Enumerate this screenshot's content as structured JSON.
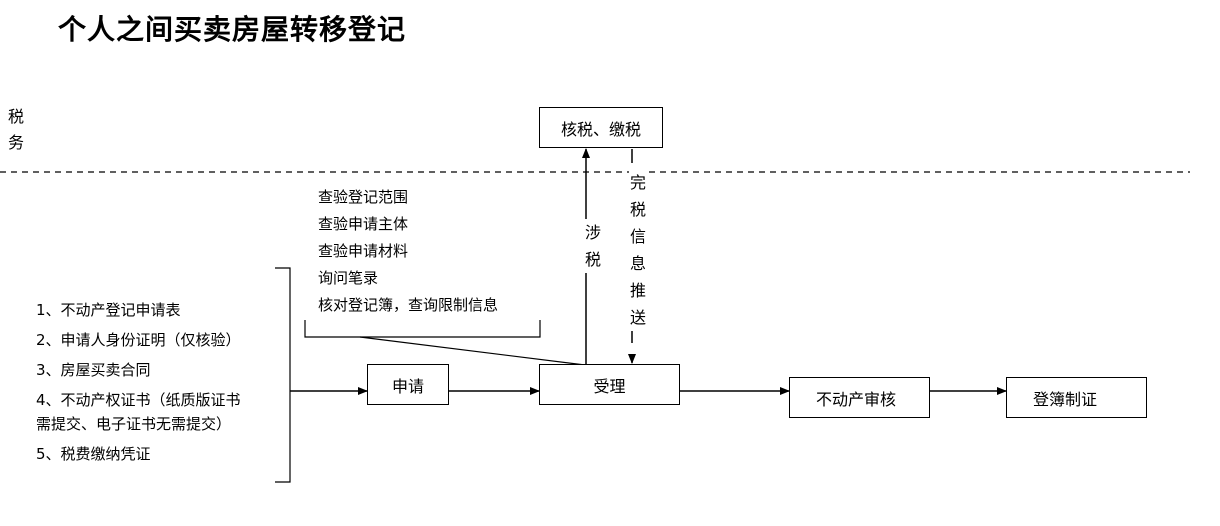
{
  "title": "个人之间买卖房屋转移登记",
  "tax_zone_label": "税务",
  "boxes": {
    "tax": "核税、缴税",
    "apply": "申请",
    "accept": "受理",
    "review": "不动产审核",
    "register": "登簿制证"
  },
  "checks": [
    "查验登记范围",
    "查验申请主体",
    "查验申请材料",
    "询问笔录",
    "核对登记簿，查询限制信息"
  ],
  "documents": [
    "1、不动产登记申请表",
    "2、申请人身份证明（仅核验）",
    "3、房屋买卖合同",
    "4、不动产权证书（纸质版证书",
    "需提交、电子证书无需提交）",
    "5、税费缴纳凭证"
  ],
  "arrow_labels": {
    "tax_involved": "涉税",
    "tax_done_push": "完税信息推送"
  }
}
